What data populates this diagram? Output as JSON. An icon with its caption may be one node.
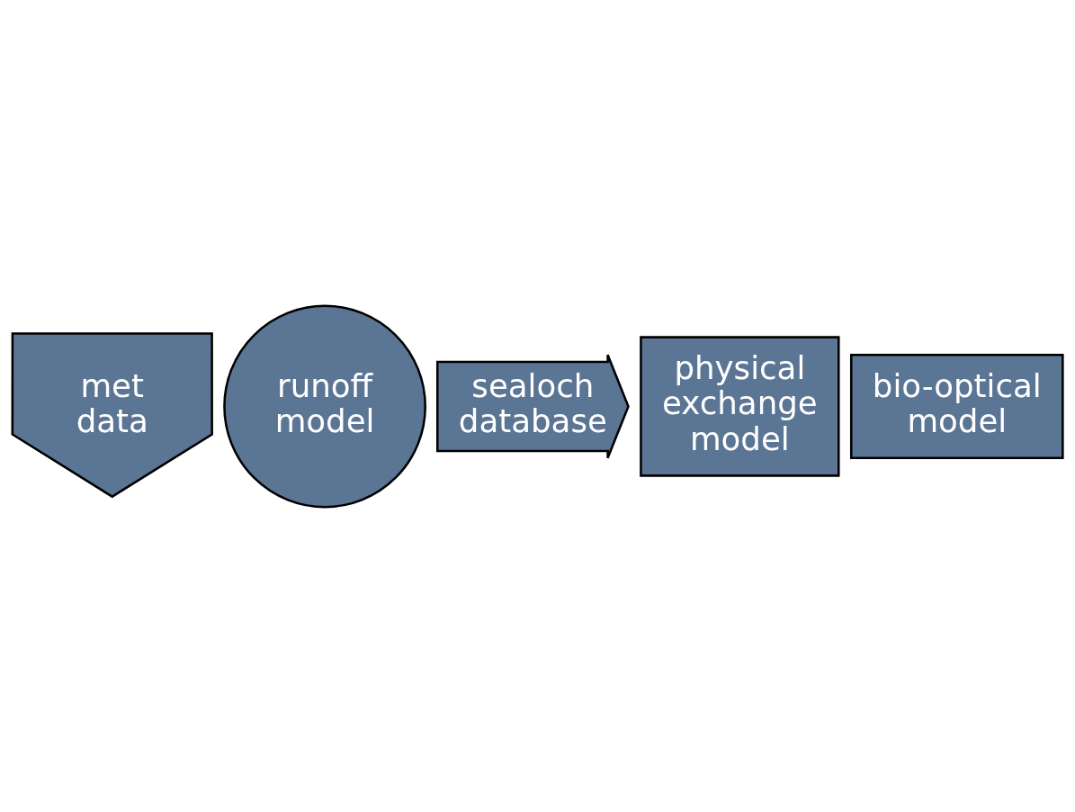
{
  "diagram": {
    "nodes": [
      {
        "text": [
          "met data"
        ]
      },
      {
        "text": [
          "runoff model"
        ]
      },
      {
        "text": [
          "sealoch database"
        ]
      },
      {
        "text": [
          "physical exchange model"
        ]
      },
      {
        "text": [
          "bio-optical model"
        ]
      }
    ]
  }
}
